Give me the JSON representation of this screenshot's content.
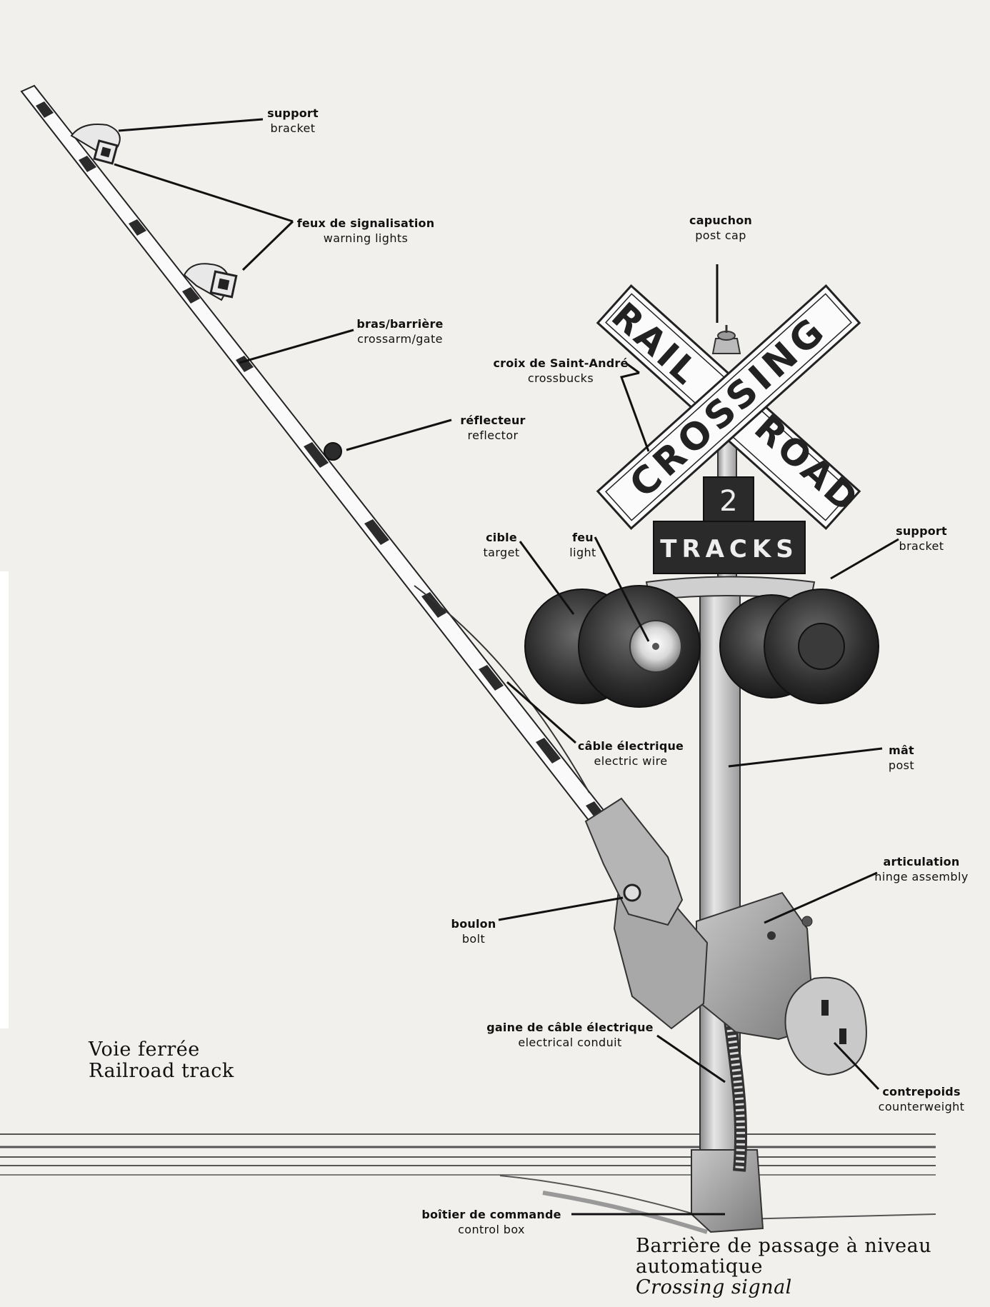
{
  "labels": {
    "support_top": {
      "fr": "support",
      "en": "bracket"
    },
    "warning_lights": {
      "fr": "feux de signalisation",
      "en": "warning lights"
    },
    "crossarm": {
      "fr": "bras/barrière",
      "en": "crossarm/gate"
    },
    "reflector": {
      "fr": "réflecteur",
      "en": "reflector"
    },
    "post_cap": {
      "fr": "capuchon",
      "en": "post cap"
    },
    "crossbucks": {
      "fr": "croix de Saint-André",
      "en": "crossbucks"
    },
    "target": {
      "fr": "cible",
      "en": "target"
    },
    "light": {
      "fr": "feu",
      "en": "light"
    },
    "support_right": {
      "fr": "support",
      "en": "bracket"
    },
    "electric_wire": {
      "fr": "câble électrique",
      "en": "electric wire"
    },
    "post": {
      "fr": "mât",
      "en": "post"
    },
    "hinge": {
      "fr": "articulation",
      "en": "hinge assembly"
    },
    "bolt": {
      "fr": "boulon",
      "en": "bolt"
    },
    "conduit": {
      "fr": "gaine de câble électrique",
      "en": "electrical conduit"
    },
    "counterweight": {
      "fr": "contrepoids",
      "en": "counterweight"
    },
    "control_box": {
      "fr": "boîtier de commande",
      "en": "control box"
    }
  },
  "sign": {
    "rail": "RAIL",
    "road": "ROAD",
    "crossing": "CROSSING",
    "tracks_number": "2",
    "tracks_word": "TRACKS"
  },
  "track_caption": {
    "fr": "Voie ferrée",
    "en": "Railroad track"
  },
  "title": {
    "fr_line1": "Barrière de passage à niveau",
    "fr_line2": "automatique",
    "en": "Crossing signal"
  }
}
